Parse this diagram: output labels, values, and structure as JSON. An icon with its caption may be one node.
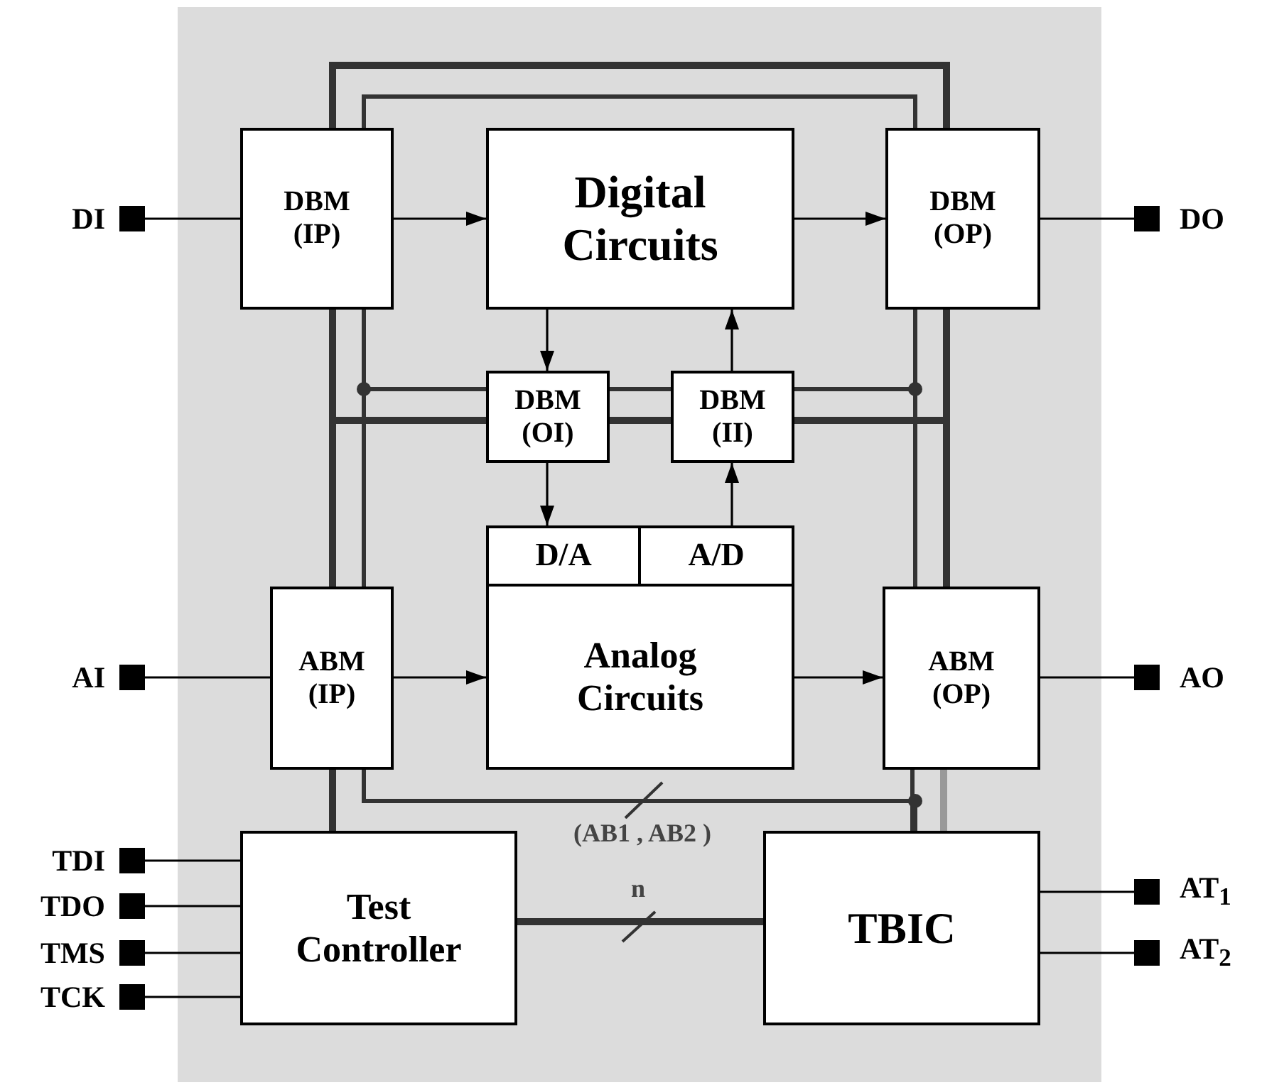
{
  "diagram": {
    "nodes": [
      {
        "text": [
          "DBM (IP)"
        ]
      },
      {
        "text": [
          "Digital Circuits"
        ]
      },
      {
        "text": [
          "DBM (OP)"
        ]
      },
      {
        "text": [
          "DI"
        ]
      },
      {
        "text": [
          "DO"
        ]
      },
      {
        "text": [
          "DBM (OI)"
        ]
      },
      {
        "text": [
          "DBM (II)"
        ]
      },
      {
        "text": [
          "Analog Circuits"
        ]
      },
      {
        "text": [
          "D/A"
        ],
        "in": 7
      },
      {
        "text": [
          "A/D"
        ],
        "in": 7
      },
      {
        "text": [
          "ABM (IP)"
        ]
      },
      {
        "text": [
          "ABM (OP)"
        ]
      },
      {
        "text": [
          "AI"
        ]
      },
      {
        "text": [
          "AO"
        ]
      },
      {
        "text": [
          "Test Controller"
        ]
      },
      {
        "text": [
          "TBIC"
        ]
      },
      {
        "text": [
          "TDI"
        ]
      },
      {
        "text": [
          "TDO"
        ]
      },
      {
        "text": [
          "TMS"
        ]
      },
      {
        "text": [
          "TCK"
        ]
      },
      {
        "text": [
          "AT$_{1}$"
        ]
      },
      {
        "text": [
          "AT$_{2}$"
        ]
      }
    ],
    "edges": [
      {
        "from": 3,
        "to": 0,
        "arrow": "none"
      },
      {
        "from": 0,
        "to": 1,
        "arrow": "to"
      },
      {
        "from": 1,
        "to": 2,
        "arrow": "to"
      },
      {
        "from": 2,
        "to": 4,
        "arrow": "none"
      },
      {
        "from": 1,
        "to": 5,
        "arrow": "to"
      },
      {
        "from": 6,
        "to": 1,
        "arrow": "to"
      },
      {
        "from": 5,
        "to": 8,
        "arrow": "to"
      },
      {
        "from": 9,
        "to": 6,
        "arrow": "to"
      },
      {
        "from": 12,
        "to": 10,
        "arrow": "none"
      },
      {
        "from": 10,
        "to": 7,
        "arrow": "to"
      },
      {
        "from": 7,
        "to": 11,
        "arrow": "to"
      },
      {
        "from": 11,
        "to": 13,
        "arrow": "none"
      },
      {
        "from": 16,
        "to": 14,
        "arrow": "none"
      },
      {
        "from": 17,
        "to": 14,
        "arrow": "none"
      },
      {
        "from": 18,
        "to": 14,
        "arrow": "none"
      },
      {
        "from": 19,
        "to": 14,
        "arrow": "none"
      },
      {
        "from": 15,
        "to": 20,
        "arrow": "none"
      },
      {
        "from": 15,
        "to": 21,
        "arrow": "none"
      },
      {
        "from": 14,
        "to": 10,
        "arrow": "none",
        "style": "thick",
        "color": "#333333"
      },
      {
        "from": 10,
        "to": 0,
        "arrow": "none",
        "style": "thick",
        "color": "#333333"
      },
      {
        "from": 0,
        "to": 2,
        "arrow": "none",
        "style": "thick",
        "color": "#333333"
      },
      {
        "from": 2,
        "to": 11,
        "arrow": "none",
        "style": "thick",
        "color": "#333333"
      },
      {
        "from": 11,
        "to": 15,
        "arrow": "none",
        "style": "thick",
        "color": "#999999"
      },
      {
        "from": null,
        "to": 5,
        "arrow": "none",
        "style": "thick",
        "color": "#333333"
      },
      {
        "from": 5,
        "to": 6,
        "arrow": "none",
        "style": "thick",
        "color": "#333333"
      },
      {
        "from": 6,
        "to": null,
        "arrow": "none",
        "style": "thick",
        "color": "#333333"
      },
      {
        "from": 14,
        "to": 15,
        "arrow": "none",
        "label": "n",
        "style": "thick",
        "color": "#333333"
      },
      {
        "from": 0,
        "to": 2,
        "arrow": "none",
        "color": "#333333"
      },
      {
        "from": 0,
        "to": 10,
        "arrow": "none",
        "color": "#333333"
      },
      {
        "from": 2,
        "to": 11,
        "arrow": "none",
        "color": "#333333"
      },
      {
        "from": null,
        "to": 5,
        "arrow": "other",
        "color": "#333333"
      },
      {
        "from": 5,
        "to": 6,
        "arrow": "none",
        "color": "#333333"
      },
      {
        "from": 6,
        "to": null,
        "arrow": "other",
        "color": "#333333"
      },
      {
        "from": 10,
        "to": 15,
        "arrow": "none",
        "label": "(AB1 , AB2 )",
        "color": "#333333"
      },
      {
        "from": 11,
        "to": 15,
        "arrow": "none",
        "color": "#333333"
      }
    ]
  }
}
